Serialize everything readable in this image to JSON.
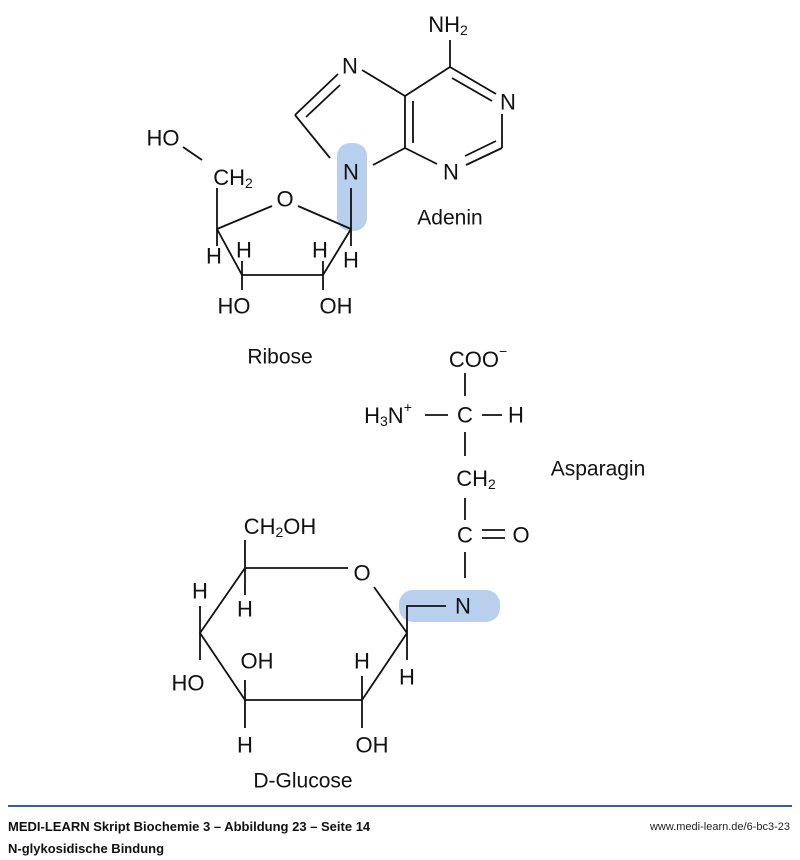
{
  "adenine": {
    "name": "Adenin",
    "nh2": "NH",
    "nh2_sub": "2",
    "n1": "N",
    "n3": "N",
    "n7": "N",
    "n9": "N"
  },
  "ribose": {
    "name": "Ribose",
    "ring_o": "O",
    "ho_top": "HO",
    "ch2": "CH",
    "ch2_sub": "2",
    "h_c4": "H",
    "h_c3": "H",
    "h_c2": "H",
    "h_c1": "H",
    "ho_c3": "HO",
    "oh_c2": "OH"
  },
  "asparagine": {
    "name": "Asparagin",
    "coo": "COO",
    "coo_sup": "−",
    "h3n": "H",
    "h3n_sub": "3",
    "h3n_n": "N",
    "h3n_sup": "+",
    "alpha_c": "C",
    "alpha_h": "H",
    "ch2": "CH",
    "ch2_sub": "2",
    "amide_c": "C",
    "amide_o": "O",
    "amide_n": "N"
  },
  "glucose": {
    "name": "D-Glucose",
    "ch2oh": "CH",
    "ch2oh_sub": "2",
    "ch2oh_rest": "OH",
    "ring_o": "O",
    "h_c5": "H",
    "h_c4": "H",
    "ho_c4": "HO",
    "oh_c3": "OH",
    "h_c3": "H",
    "h_c2": "H",
    "oh_c2": "OH",
    "h_c1": "H"
  },
  "footer": {
    "title": "MEDI-LEARN Skript Biochemie 3 – Abbildung 23 – Seite 14",
    "caption": "N-glykosidische Bindung",
    "url": "www.medi-learn.de/6-bc3-23"
  },
  "colors": {
    "highlight": "#b8d0ee",
    "rule": "#2a5fb8"
  }
}
